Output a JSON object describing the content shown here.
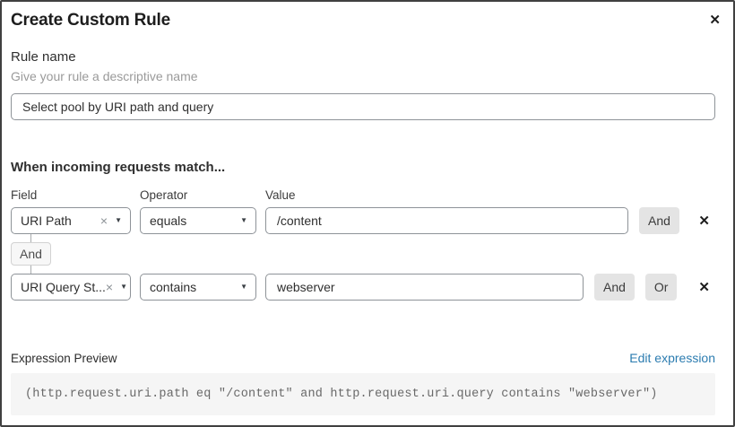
{
  "dialog": {
    "title": "Create Custom Rule"
  },
  "icons": {
    "close": "✕",
    "remove": "×",
    "caret": "▼",
    "delete": "✕"
  },
  "rule_name": {
    "label": "Rule name",
    "helper": "Give your rule a descriptive name",
    "value": "Select pool by URI path and query"
  },
  "match": {
    "heading": "When incoming requests match...",
    "column_labels": {
      "field": "Field",
      "operator": "Operator",
      "value": "Value"
    },
    "connector_label": "And",
    "rows": [
      {
        "field": "URI Path",
        "operator": "equals",
        "value": "/content",
        "buttons": [
          "And"
        ]
      },
      {
        "field": "URI Query St...",
        "operator": "contains",
        "value": "webserver",
        "buttons": [
          "And",
          "Or"
        ]
      }
    ]
  },
  "expression": {
    "label": "Expression Preview",
    "edit_link": "Edit expression",
    "code": "(http.request.uri.path eq \"/content\" and http.request.uri.query contains \"webserver\")"
  },
  "colors": {
    "link_blue": "#2c7cb0",
    "button_gray": "#e4e4e4",
    "code_bg": "#f5f5f5",
    "border_gray": "#8e9398"
  }
}
